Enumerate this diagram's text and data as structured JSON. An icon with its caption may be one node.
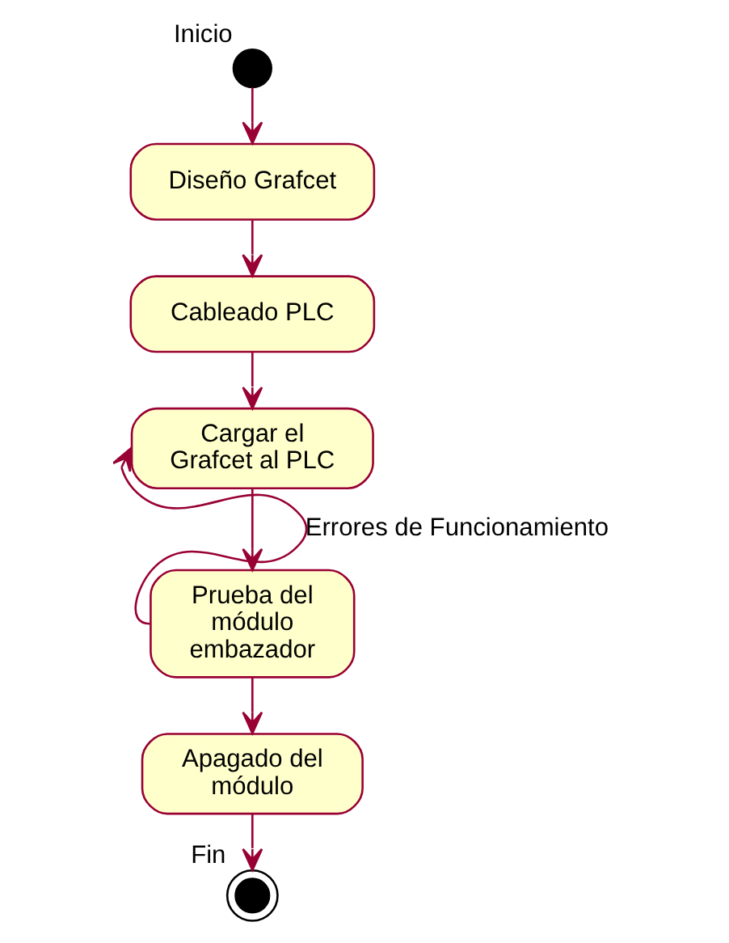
{
  "diagram": {
    "nodes": [
      {
        "text": [],
        "shape": "circle",
        "beside": [
          "Inicio"
        ]
      },
      {
        "text": [
          "Diseño Grafcet"
        ]
      },
      {
        "text": [
          "Cableado PLC"
        ]
      },
      {
        "text": [
          "Cargar el Grafcet al PLC"
        ]
      },
      {
        "text": [
          "Prueba del módulo embazador"
        ]
      },
      {
        "text": [
          "Apagado del módulo"
        ]
      },
      {
        "text": [],
        "shape": "circle",
        "beside": [
          "Fin"
        ]
      }
    ],
    "edges": [
      {
        "from": 0,
        "to": 1,
        "arrow": "to"
      },
      {
        "from": 1,
        "to": 2,
        "arrow": "to"
      },
      {
        "from": 2,
        "to": 3,
        "arrow": "to"
      },
      {
        "from": 3,
        "to": 4,
        "arrow": "to"
      },
      {
        "from": 4,
        "to": 3,
        "arrow": "to",
        "label": "Errores de Funcionamiento"
      },
      {
        "from": 4,
        "to": 5,
        "arrow": "to"
      },
      {
        "from": 5,
        "to": 6,
        "arrow": "to"
      }
    ]
  }
}
